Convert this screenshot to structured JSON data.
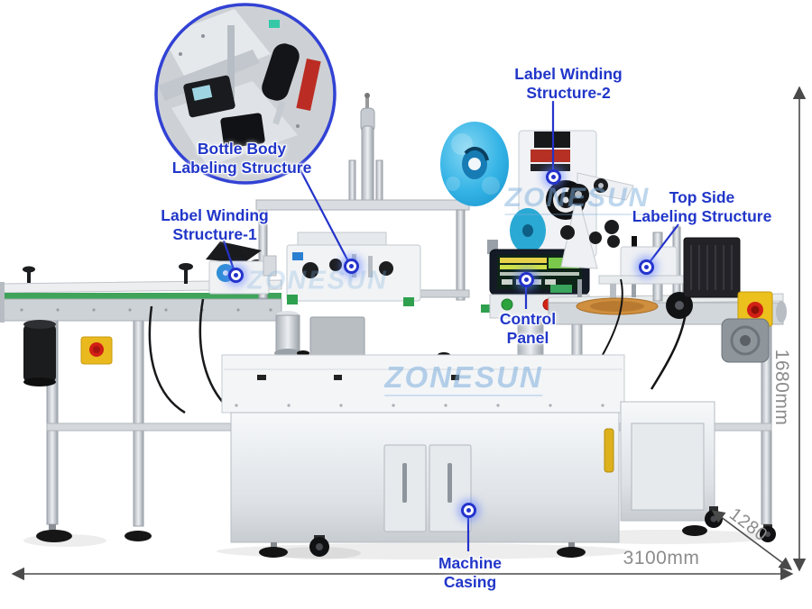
{
  "image_type": "annotated product diagram of a double-side labeling machine",
  "callouts": {
    "label_winding_2": {
      "line1": "Label Winding",
      "line2": "Structure-2"
    },
    "bottle_body": {
      "line1": "Bottle Body",
      "line2": "Labeling Structure"
    },
    "label_winding_1": {
      "line1": "Label Winding",
      "line2": "Structure-1"
    },
    "top_side": {
      "line1": "Top Side",
      "line2": "Labeling Structure"
    },
    "control_panel": {
      "line1": "Control",
      "line2": "Panel"
    },
    "machine_casing": {
      "line1": "Machine",
      "line2": "Casing"
    }
  },
  "dimensions": {
    "height_label": "1680mm",
    "length_label": "3100mm",
    "depth_label": "1280"
  },
  "watermark_text": "ZONESUN",
  "colors": {
    "callout_blue": "#2136c9",
    "marker_blue": "#2433cb",
    "dimension_gray": "#8c8c8c",
    "reel_cyan": "#35b4e6",
    "estop_yellow": "#e9b91e",
    "estop_red": "#d21f15",
    "conveyor_green": "#3fa35a"
  }
}
